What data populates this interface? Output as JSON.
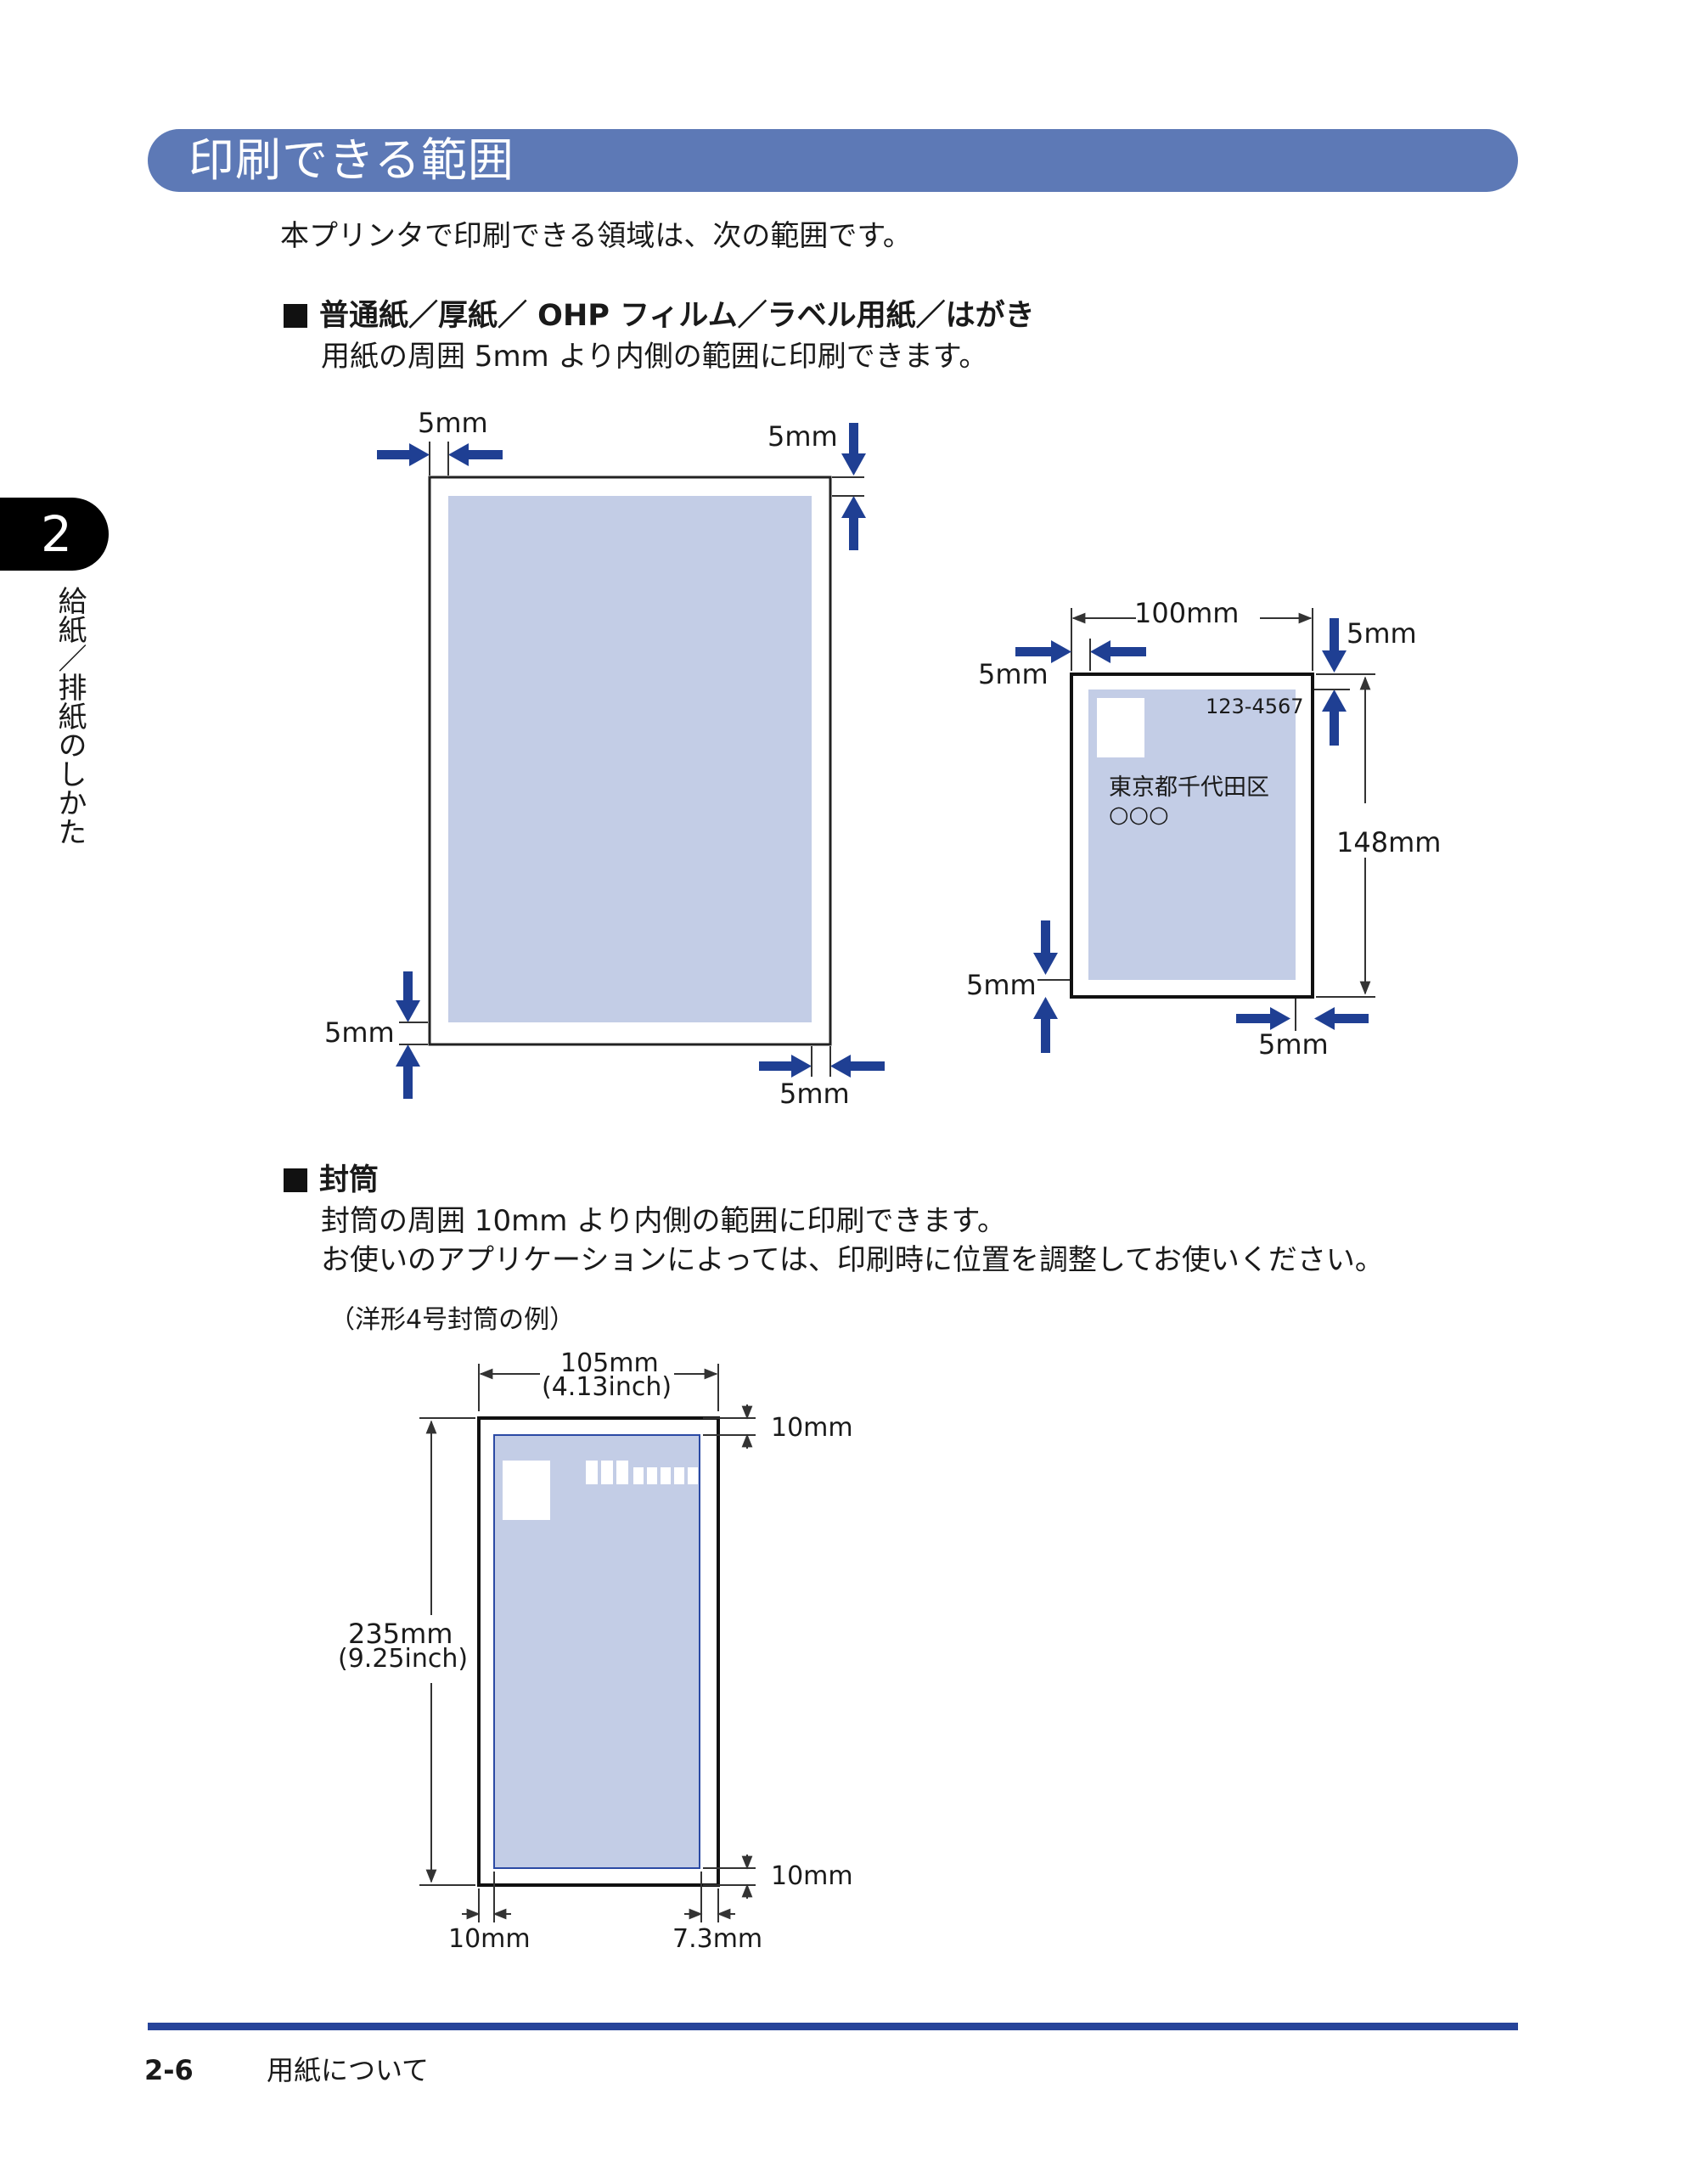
{
  "section": {
    "title": "印刷できる範囲",
    "intro": "本プリンタで印刷できる領域は、次の範囲です。"
  },
  "chapter_tab": {
    "number": "2",
    "title": "給紙／排紙のしかた"
  },
  "plain_paper": {
    "heading": "普通紙／厚紙／ OHP フィルム／ラベル用紙／はがき",
    "text": "用紙の周囲 5mm より内側の範囲に印刷できます。",
    "label_top_left": "5mm",
    "label_top_right": "5mm",
    "label_bottom_left": "5mm",
    "label_bottom_right": "5mm"
  },
  "postcard": {
    "width_label": "100mm",
    "height_label": "148mm",
    "label_top_left": "5mm",
    "label_top_right": "5mm",
    "label_bottom_left": "5mm",
    "label_bottom_right": "5mm",
    "postal_code": "123-4567",
    "address": "東京都千代田区",
    "name": "○○○"
  },
  "envelope": {
    "heading": "封筒",
    "text1": "封筒の周囲 10mm より内側の範囲に印刷できます。",
    "text2": "お使いのアプリケーションによっては、印刷時に位置を調整してお使いください。",
    "caption": "（洋形4号封筒の例）",
    "width_label": "105mm",
    "width_label_inch": "(4.13inch)",
    "height_label": "235mm",
    "height_label_inch": "(9.25inch)",
    "margin_top": "10mm",
    "margin_bottom": "10mm",
    "margin_left": "10mm",
    "margin_right": "7.3mm"
  },
  "colors": {
    "accent": "#5d79b6",
    "arrow": "#1f3f93",
    "print_area": "#c3cde6",
    "rule": "#27449a"
  },
  "footer": {
    "page_number": "2-6",
    "section_title": "用紙について"
  }
}
